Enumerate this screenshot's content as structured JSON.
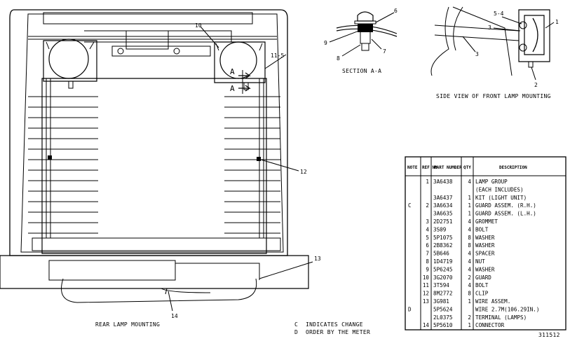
{
  "callouts": {
    "c10": "10",
    "c11_5": "11-5",
    "cA1": "A",
    "cA2": "A",
    "c12": "12",
    "c13": "13",
    "c14": "14",
    "sa6": "6",
    "sa9": "9",
    "sa8": "8",
    "sa7": "7",
    "sv5_4": "5-4",
    "sv1": "1",
    "sv3a": "3",
    "sv3b": "3",
    "sv2": "2"
  },
  "captions": {
    "section": "SECTION A-A",
    "side_view": "SIDE VIEW OF FRONT LAMP MOUNTING",
    "rear": "REAR LAMP MOUNTING",
    "legend_c_code": "C",
    "legend_c_text": "INDICATES CHANGE",
    "legend_d_code": "D",
    "legend_d_text": "ORDER BY THE METER",
    "drawing_no": "311512"
  },
  "parts_table": {
    "headers": {
      "note": "NOTE",
      "ref": "REF NO",
      "part": "PART NUMBER",
      "qty": "QTY",
      "desc": "DESCRIPTION"
    },
    "rows": [
      {
        "note": "",
        "ref": "1",
        "part": "3A6438",
        "qty": "4",
        "desc": "LAMP GROUP"
      },
      {
        "note": "",
        "ref": "",
        "part": "",
        "qty": "",
        "desc": "(EACH INCLUDES)"
      },
      {
        "note": "",
        "ref": "",
        "part": "3A6437",
        "qty": "1",
        "desc": "KIT (LIGHT UNIT)"
      },
      {
        "note": "C",
        "ref": "2",
        "part": "3A6634",
        "qty": "1",
        "desc": "GUARD ASSEM. (R.H.)"
      },
      {
        "note": "",
        "ref": "",
        "part": "3A6635",
        "qty": "1",
        "desc": "GUARD ASSEM. (L.H.)"
      },
      {
        "note": "",
        "ref": "3",
        "part": "2D2751",
        "qty": "4",
        "desc": "GROMMET"
      },
      {
        "note": "",
        "ref": "4",
        "part": "3S09",
        "qty": "4",
        "desc": "BOLT"
      },
      {
        "note": "",
        "ref": "5",
        "part": "5P1075",
        "qty": "8",
        "desc": "WASHER"
      },
      {
        "note": "",
        "ref": "6",
        "part": "2B8362",
        "qty": "8",
        "desc": "WASHER"
      },
      {
        "note": "",
        "ref": "7",
        "part": "5B646",
        "qty": "4",
        "desc": "SPACER"
      },
      {
        "note": "",
        "ref": "8",
        "part": "1D4719",
        "qty": "4",
        "desc": "NUT"
      },
      {
        "note": "",
        "ref": "9",
        "part": "5P6245",
        "qty": "4",
        "desc": "WASHER"
      },
      {
        "note": "",
        "ref": "10",
        "part": "3G2070",
        "qty": "2",
        "desc": "GUARD"
      },
      {
        "note": "",
        "ref": "11",
        "part": "3T594",
        "qty": "4",
        "desc": "BOLT"
      },
      {
        "note": "",
        "ref": "12",
        "part": "8M2772",
        "qty": "8",
        "desc": "CLIP"
      },
      {
        "note": "",
        "ref": "13",
        "part": "3G981",
        "qty": "1",
        "desc": "WIRE ASSEM."
      },
      {
        "note": "D",
        "ref": "",
        "part": "5P5624",
        "qty": "",
        "desc": "WIRE 2.7M(106.29IN.)"
      },
      {
        "note": "",
        "ref": "",
        "part": "2L0375",
        "qty": "2",
        "desc": "TERMINAL (LAMPS)"
      },
      {
        "note": "",
        "ref": "14",
        "part": "5P5610",
        "qty": "1",
        "desc": "CONNECTOR"
      }
    ]
  }
}
